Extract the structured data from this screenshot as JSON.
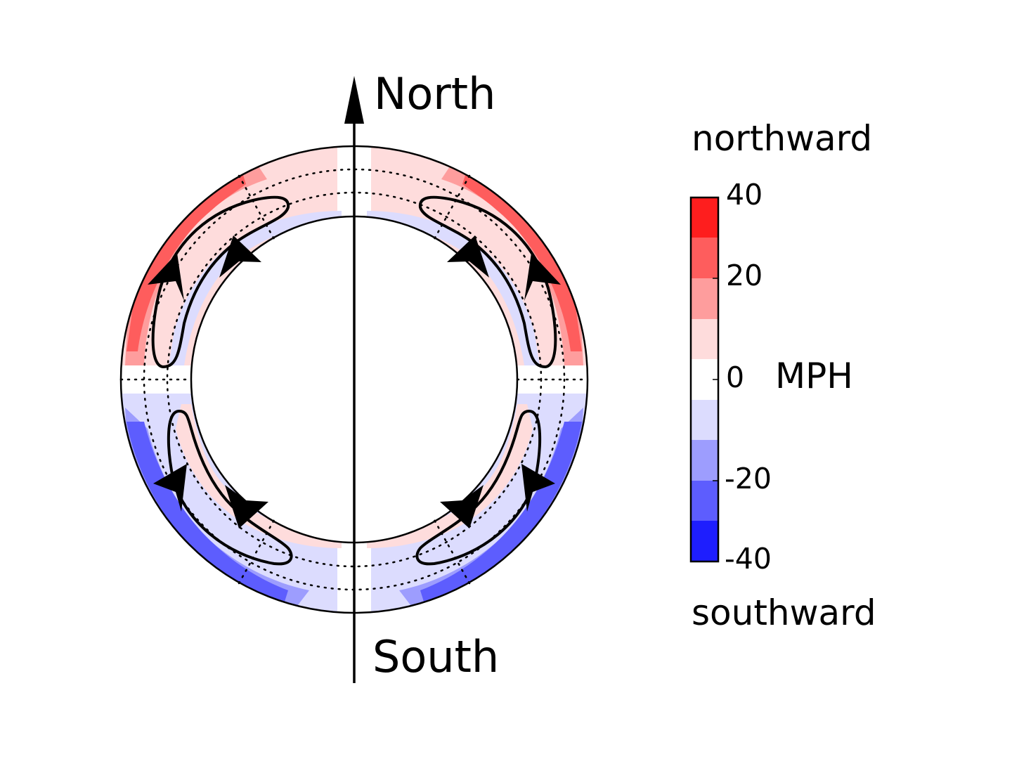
{
  "chart_data": {
    "type": "heatmap",
    "subtype": "polar-meridional-section",
    "title": "",
    "axis_labels": {
      "top": "North",
      "bottom": "South"
    },
    "colorbar": {
      "label": "MPH",
      "top_annotation": "northward",
      "bottom_annotation": "southward",
      "range": [
        -40,
        40
      ],
      "ticks": [
        40,
        20,
        0,
        -20,
        -40
      ],
      "tick_labels": [
        "40",
        "20",
        "0",
        "-20",
        "-40"
      ],
      "levels": [
        40,
        30,
        20,
        10,
        0,
        -10,
        -20,
        -30,
        -40
      ],
      "band_colors": [
        "#fe1e1e",
        "#fe5d5d",
        "#fe9d9d",
        "#fedcdc",
        "#ffffff",
        "#dcdcfe",
        "#9d9dfe",
        "#5d5dfe",
        "#1e1efe"
      ]
    },
    "geometry": {
      "outer_radius": 1.0,
      "inner_radius": 0.7,
      "hemispheres": [
        "north",
        "south"
      ],
      "symmetric_about_vertical_axis": true
    },
    "features": [
      {
        "type": "circulation-cell",
        "quadrant": "north-west",
        "direction": "poleward at surface, equatorward at depth"
      },
      {
        "type": "circulation-cell",
        "quadrant": "north-east",
        "direction": "poleward at surface, equatorward at depth"
      },
      {
        "type": "circulation-cell",
        "quadrant": "south-west",
        "direction": "poleward at surface, equatorward at depth"
      },
      {
        "type": "circulation-cell",
        "quadrant": "south-east",
        "direction": "poleward at surface, equatorward at depth"
      }
    ],
    "pattern": {
      "north_hemisphere_outer_shell": "northward flow up to ~30-40 MPH near mid-latitudes",
      "north_hemisphere_inner_shell": "weak southward flow ~0-10 MPH",
      "south_hemisphere_outer_shell": "southward flow up to ~30-40 MPH near mid-latitudes",
      "south_hemisphere_inner_shell": "weak northward flow ~0-10 MPH"
    }
  },
  "labels": {
    "north": "North",
    "south": "South",
    "northward": "northward",
    "southward": "southward",
    "unit": "MPH",
    "tick_40": "40",
    "tick_20": "20",
    "tick_0": "0",
    "tick_m20": "-20",
    "tick_m40": "-40"
  }
}
